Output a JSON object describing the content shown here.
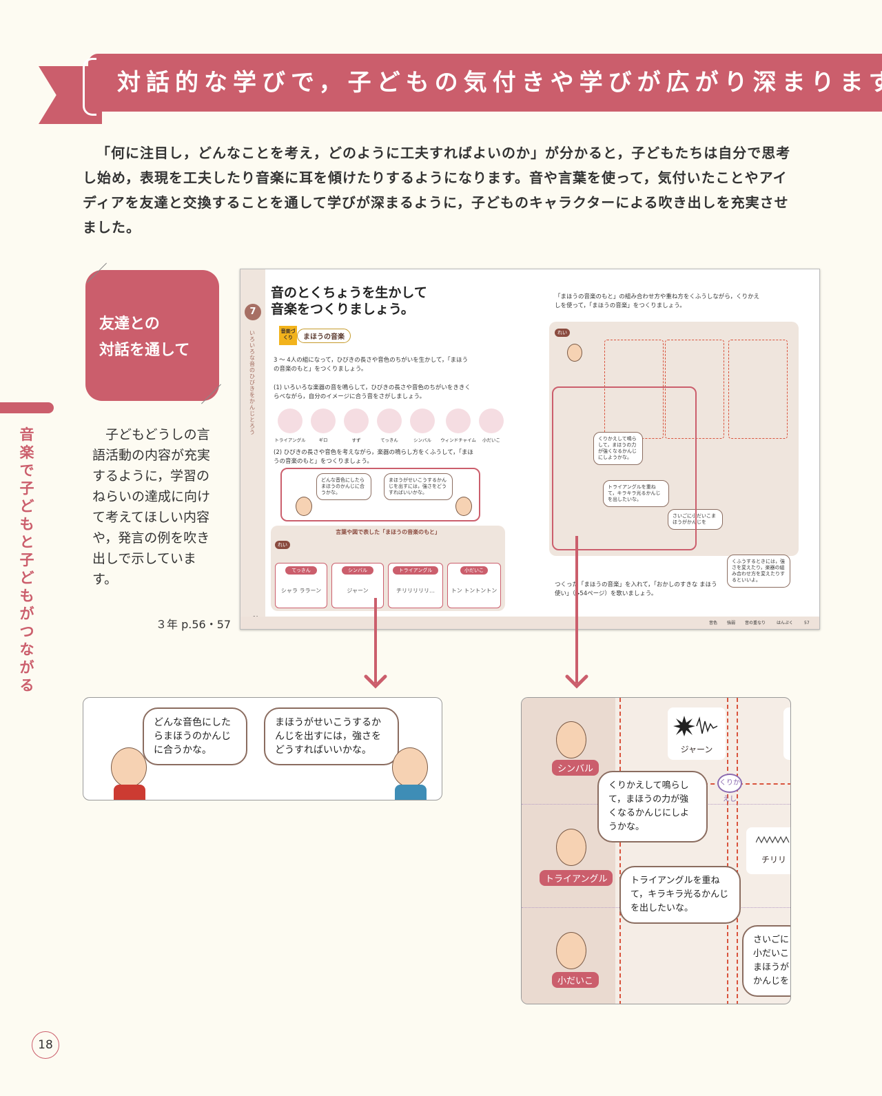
{
  "banner": {
    "title": "対話的な学びで，子どもの気付きや学びが広がり深まります"
  },
  "intro": {
    "text": "「何に注目し，どんなことを考え，どのように工夫すればよいのか」が分かると，子どもたちは自分で思考し始め，表現を工夫したり音楽に耳を傾けたりするようになります。音や言葉を使って，気付いたことやアイディアを友達と交換することを通して学びが深まるように，子どものキャラクターによる吹き出しを充実させました。"
  },
  "tag": {
    "line1": "友達との",
    "line2": "対話を通して"
  },
  "side": {
    "vertical": "音楽で子どもと子どもがつながる"
  },
  "description": "子どもどうしの言語活動の内容が充実するように，学習のねらいの達成に向けて考えてほしい内容や，発言の例を吹き出しで示しています。",
  "page_ref": "３年 p.56・57",
  "book": {
    "lesson_number": "7",
    "spine_text": "いろいろな音のひびきをかんじとろう",
    "title_line1": "音のとくちょうを生かして",
    "title_line2": "音楽をつくりましょう。",
    "badge": "音楽づくり",
    "topic": "まほうの音楽",
    "step1": "3 〜 4人の組になって，ひびきの長さや音色のちがいを生かして，「まほうの音楽のもと」をつくりましょう。",
    "sub1": "(1) いろいろな楽器の音を鳴らして，ひびきの長さや音色のちがいをききくらべながら，自分のイメージに合う音をさがしましょう。",
    "instruments": [
      "トライアングル",
      "ギロ",
      "すず",
      "てっきん",
      "シンバル",
      "ウィンドチャイム",
      "小だいこ"
    ],
    "sub2": "(2) ひびきの長さや音色を考えながら，楽器の鳴らし方をくふうして，「まほうの音楽のもと」をつくりましょう。",
    "example_title": "言葉や図で表した「まほうの音楽のもと」",
    "example_tag": "れい",
    "example_cards": [
      {
        "label": "てっきん",
        "sound": "シャラ ララーン"
      },
      {
        "label": "シンバル",
        "sound": "ジャーン"
      },
      {
        "label": "トライアングル",
        "sound": "チリリリリリ…"
      },
      {
        "label": "小だいこ",
        "sound": "トン トントントン"
      }
    ],
    "step2": "「まほうの音楽のもと」の組み合わせ方や重ね方をくふうしながら，くりかえしを使って，「まほうの音楽」をつくりましょう。",
    "step3": "つくった「まほうの音楽」を入れて，「おかしのすきな まほう使い」（▶54ページ）を歌いましょう。",
    "hint": "くふうするときには，強さを変えたり，楽器の組み合わせ方を変えたりするといいよ。",
    "page_left": "56",
    "page_right": "57",
    "footer_tags": [
      "音色",
      "強弱",
      "音の重なり",
      "はんぷく"
    ]
  },
  "bubbles": {
    "left": "どんな音色にしたらまほうのかんじに合うかな。",
    "right": "まほうがせいこうするかんじを出すには，強さをどうすればいいかな。"
  },
  "zoom": {
    "rows": [
      "シンバル",
      "トライアングル",
      "小だいこ"
    ],
    "sound_cymbal": "ジャーン",
    "sound_tri": "チリリ",
    "repeat": "くりかえし",
    "bubble1": "くりかえして鳴らして，まほうの力が強くなるかんじにしようかな。",
    "bubble2": "トライアングルを重ねて，キラキラ光るかんじを出したいな。",
    "bubble3": "さいごに小だいこまほうがかんじを"
  },
  "page_number": "18",
  "colors": {
    "accent": "#cb5e6c",
    "background": "#fdfbf2"
  }
}
